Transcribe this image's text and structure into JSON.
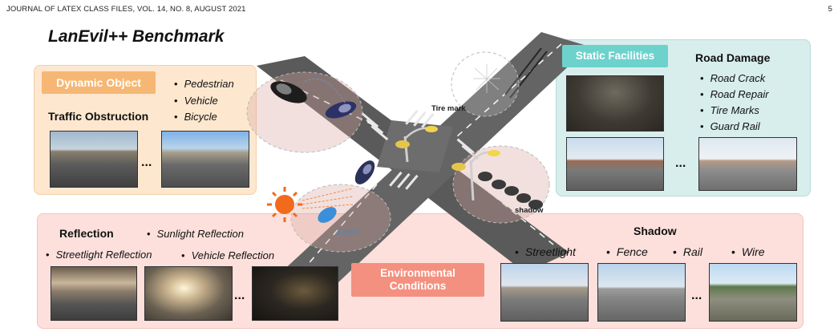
{
  "header": {
    "journal": "JOURNAL OF LATEX CLASS FILES, VOL. 14, NO. 8, AUGUST 2021",
    "page_number": "5"
  },
  "figure_title": "LanEvil++ Benchmark",
  "dynamic_panel": {
    "tag": "Dynamic Object",
    "category": "Traffic Obstruction",
    "items": [
      "Pedestrian",
      "Vehicle",
      "Bicycle"
    ],
    "ellipsis": "..."
  },
  "static_panel": {
    "tag": "Static Facilities",
    "category": "Road Damage",
    "items": [
      "Road Crack",
      "Road Repair",
      "Tire Marks",
      "Guard Rail"
    ],
    "ellipsis": "..."
  },
  "environment_panel": {
    "tag_line1": "Environmental",
    "tag_line2": "Conditions",
    "reflection": {
      "label": "Reflection",
      "items": [
        "Sunlight Reflection",
        "Streetlight Reflection",
        "Vehicle Reflection"
      ]
    },
    "shadow": {
      "label": "Shadow",
      "items": [
        "Streetlight",
        "Fence",
        "Rail",
        "Wire"
      ]
    },
    "ellipsis_left": "...",
    "ellipsis_right": "..."
  },
  "scene_labels": {
    "tire_mark": "Tire mark",
    "shadow": "shadow",
    "puddle": "puddle"
  }
}
